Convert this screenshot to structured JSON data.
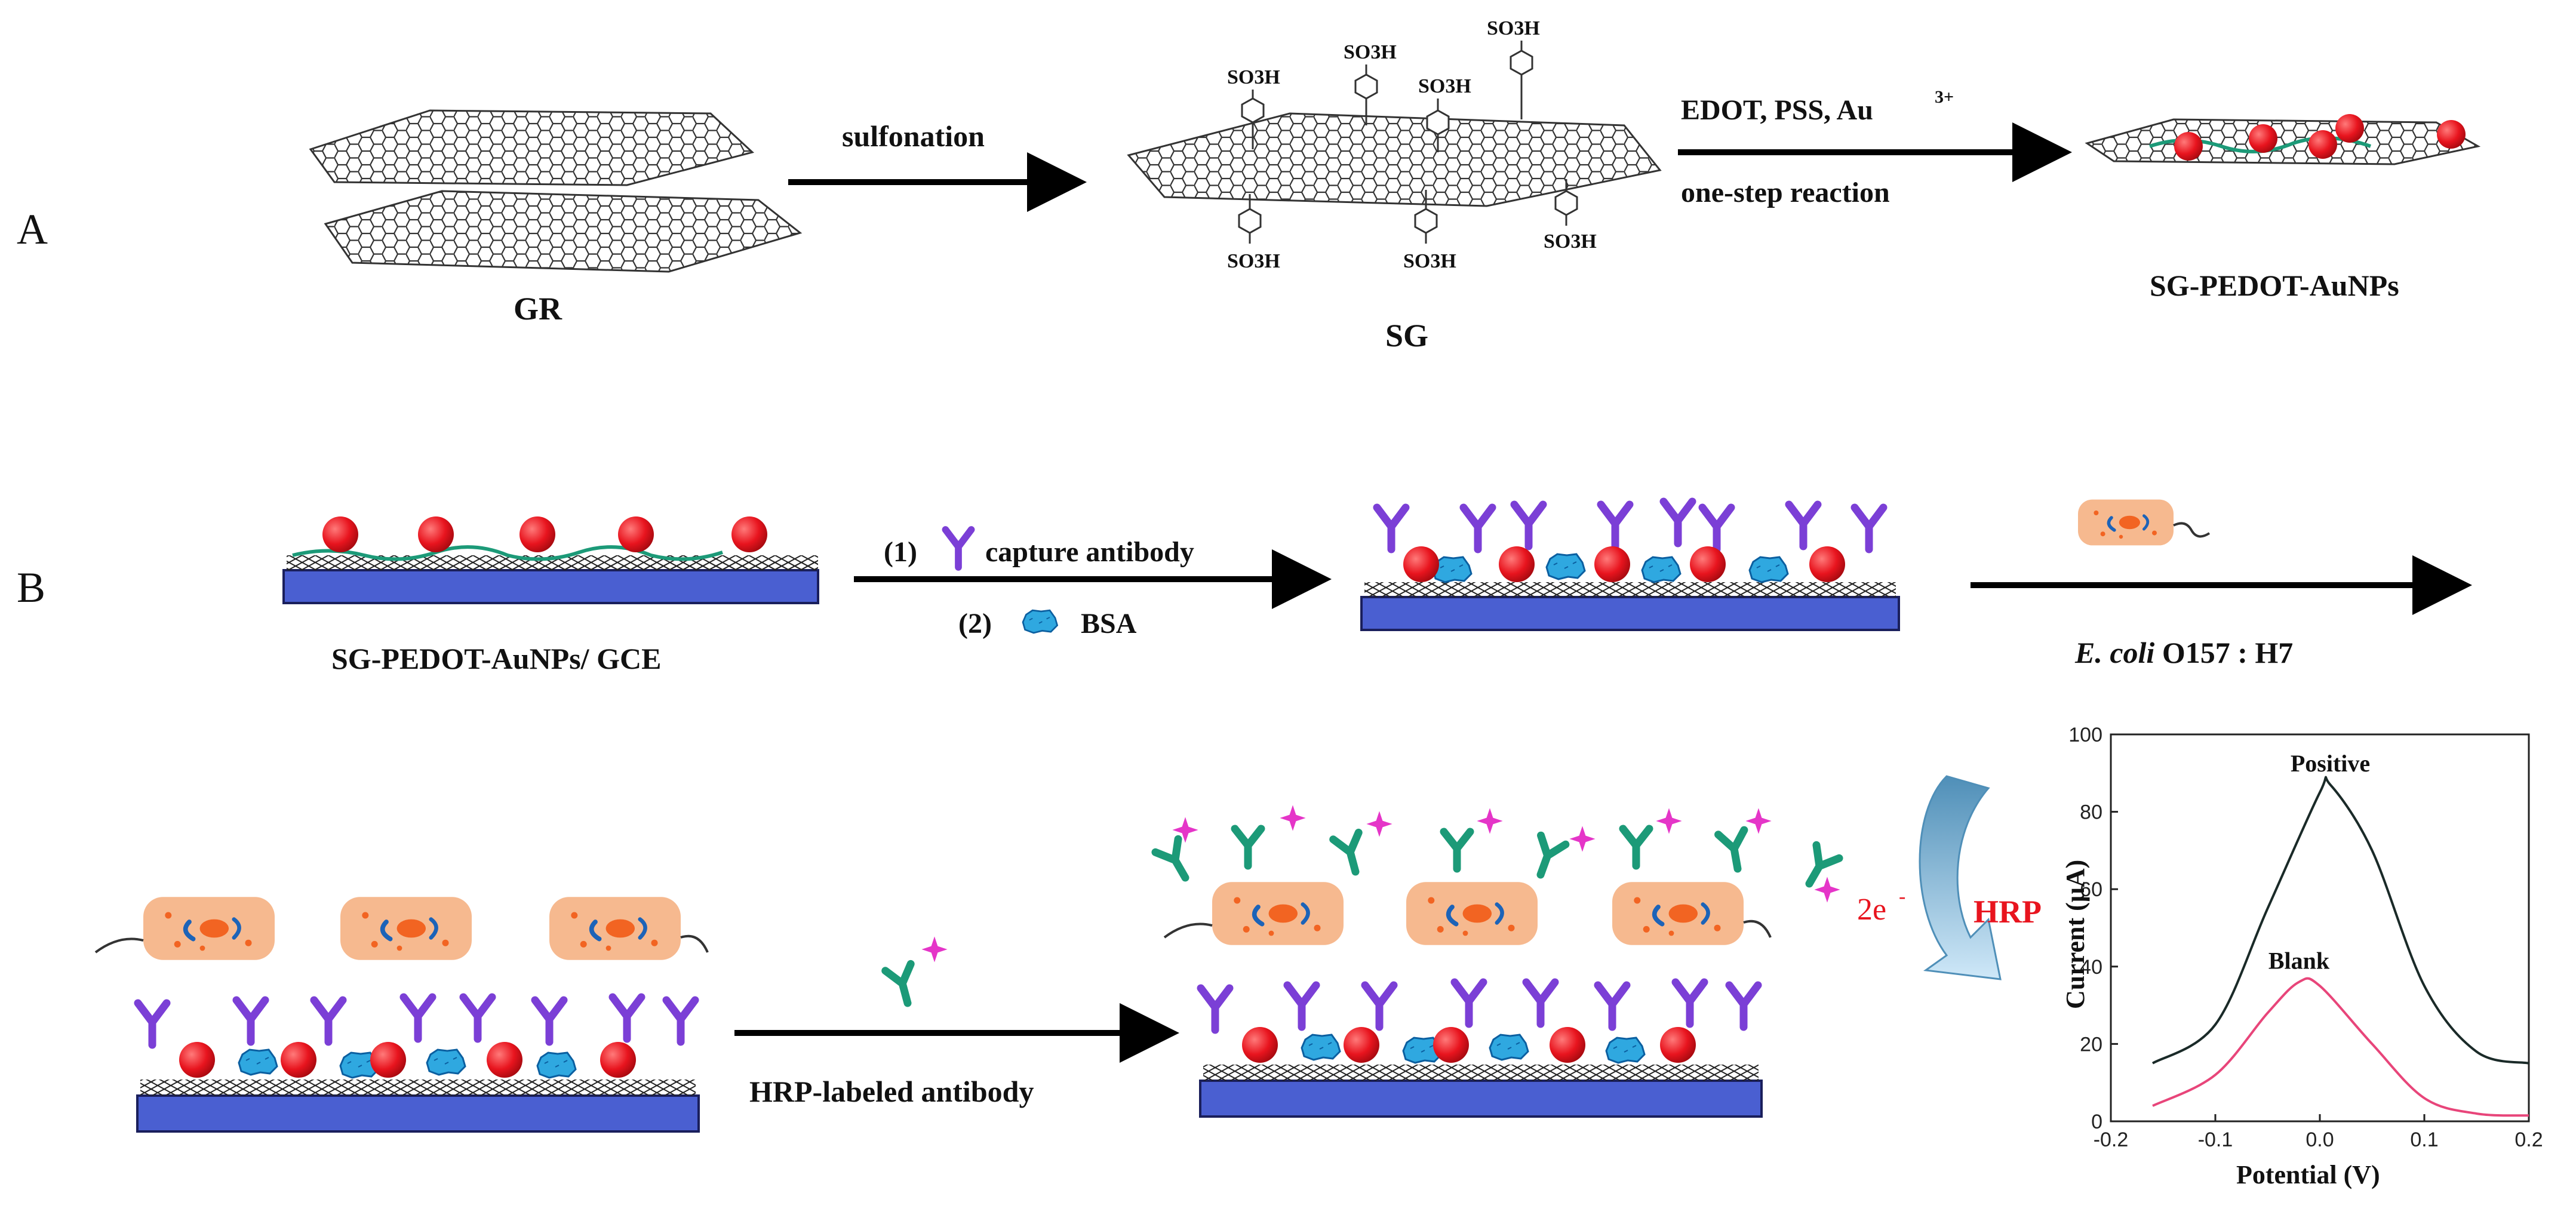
{
  "panels": {
    "a": "A",
    "b": "B"
  },
  "row_a": {
    "gr_label": "GR",
    "arrow1_label": "sulfonation",
    "sg_label": "SG",
    "so3h": "SO3H",
    "arrow2_top": "EDOT, PSS, Au",
    "arrow2_sup": "3+",
    "arrow2_bottom": "one-step reaction",
    "product_label": "SG-PEDOT-AuNPs"
  },
  "row_b": {
    "electrode_label": "SG-PEDOT-AuNPs/ GCE",
    "step1": "(1)",
    "step1_text": "capture antibody",
    "step2": "(2)",
    "step2_text": "BSA",
    "bacteria_label_italic": "E. coli",
    "bacteria_label": " O157 : H7"
  },
  "row_c": {
    "hrp_antibody_label": "HRP-labeled antibody",
    "electrons": "2e",
    "electron_sup": "-",
    "hrp": "HRP"
  },
  "colors": {
    "electrode": "#4a5fd1",
    "gold_np": "#e8141e",
    "capture_antibody": "#7b3fd6",
    "bsa": "#2fa8e0",
    "bacterium": "#f6b98f",
    "hrp_antibody": "#1c9a78",
    "hrp_star": "#e535c8",
    "positive_curve": "#1a2a28",
    "blank_curve": "#e8457a"
  },
  "chart_data": {
    "type": "line",
    "xlabel": "Potential (V)",
    "ylabel": "Current (μA)",
    "xlim": [
      -0.2,
      0.2
    ],
    "ylim": [
      0,
      100
    ],
    "xticks": [
      -0.2,
      -0.1,
      0.0,
      0.1,
      0.2
    ],
    "yticks": [
      0,
      20,
      40,
      60,
      80,
      100
    ],
    "series": [
      {
        "name": "Positive",
        "x": [
          -0.16,
          -0.1,
          -0.05,
          0.0,
          0.01,
          0.05,
          0.1,
          0.15,
          0.2
        ],
        "values": [
          15,
          25,
          55,
          85,
          87,
          70,
          35,
          18,
          15
        ]
      },
      {
        "name": "Blank",
        "x": [
          -0.16,
          -0.1,
          -0.05,
          -0.02,
          0.0,
          0.05,
          0.1,
          0.15,
          0.2
        ],
        "values": [
          4,
          12,
          28,
          36,
          35,
          20,
          6,
          2,
          1.5
        ]
      }
    ]
  }
}
